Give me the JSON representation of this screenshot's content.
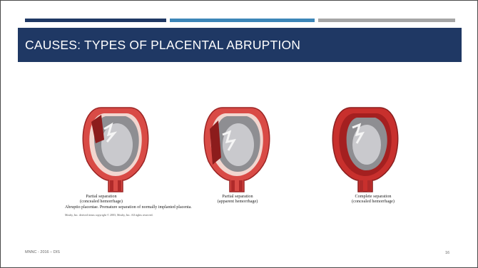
{
  "slide": {
    "title": "CAUSES: TYPES OF PLACENTAL ABRUPTION",
    "footer_left": "MNNC - 2016 – DIS",
    "page_number": "16",
    "accent_colors": {
      "navy": "#1f3864",
      "blue": "#3c86b8",
      "gray": "#a6a6a6"
    }
  },
  "figure": {
    "captions": [
      {
        "line1": "Partial separation",
        "line2": "(concealed hemorrhage)"
      },
      {
        "line1": "Partial separation",
        "line2": "(apparent hemorrhage)"
      },
      {
        "line1": "Complete separation",
        "line2": "(concealed hemorrhage)"
      }
    ],
    "footnote": "Abruptio placentae. Premature separation of normally implanted placenta.",
    "copyright": "Mosby, Inc. derived items copyright © 2003, Mosby, Inc. All rights reserved."
  }
}
